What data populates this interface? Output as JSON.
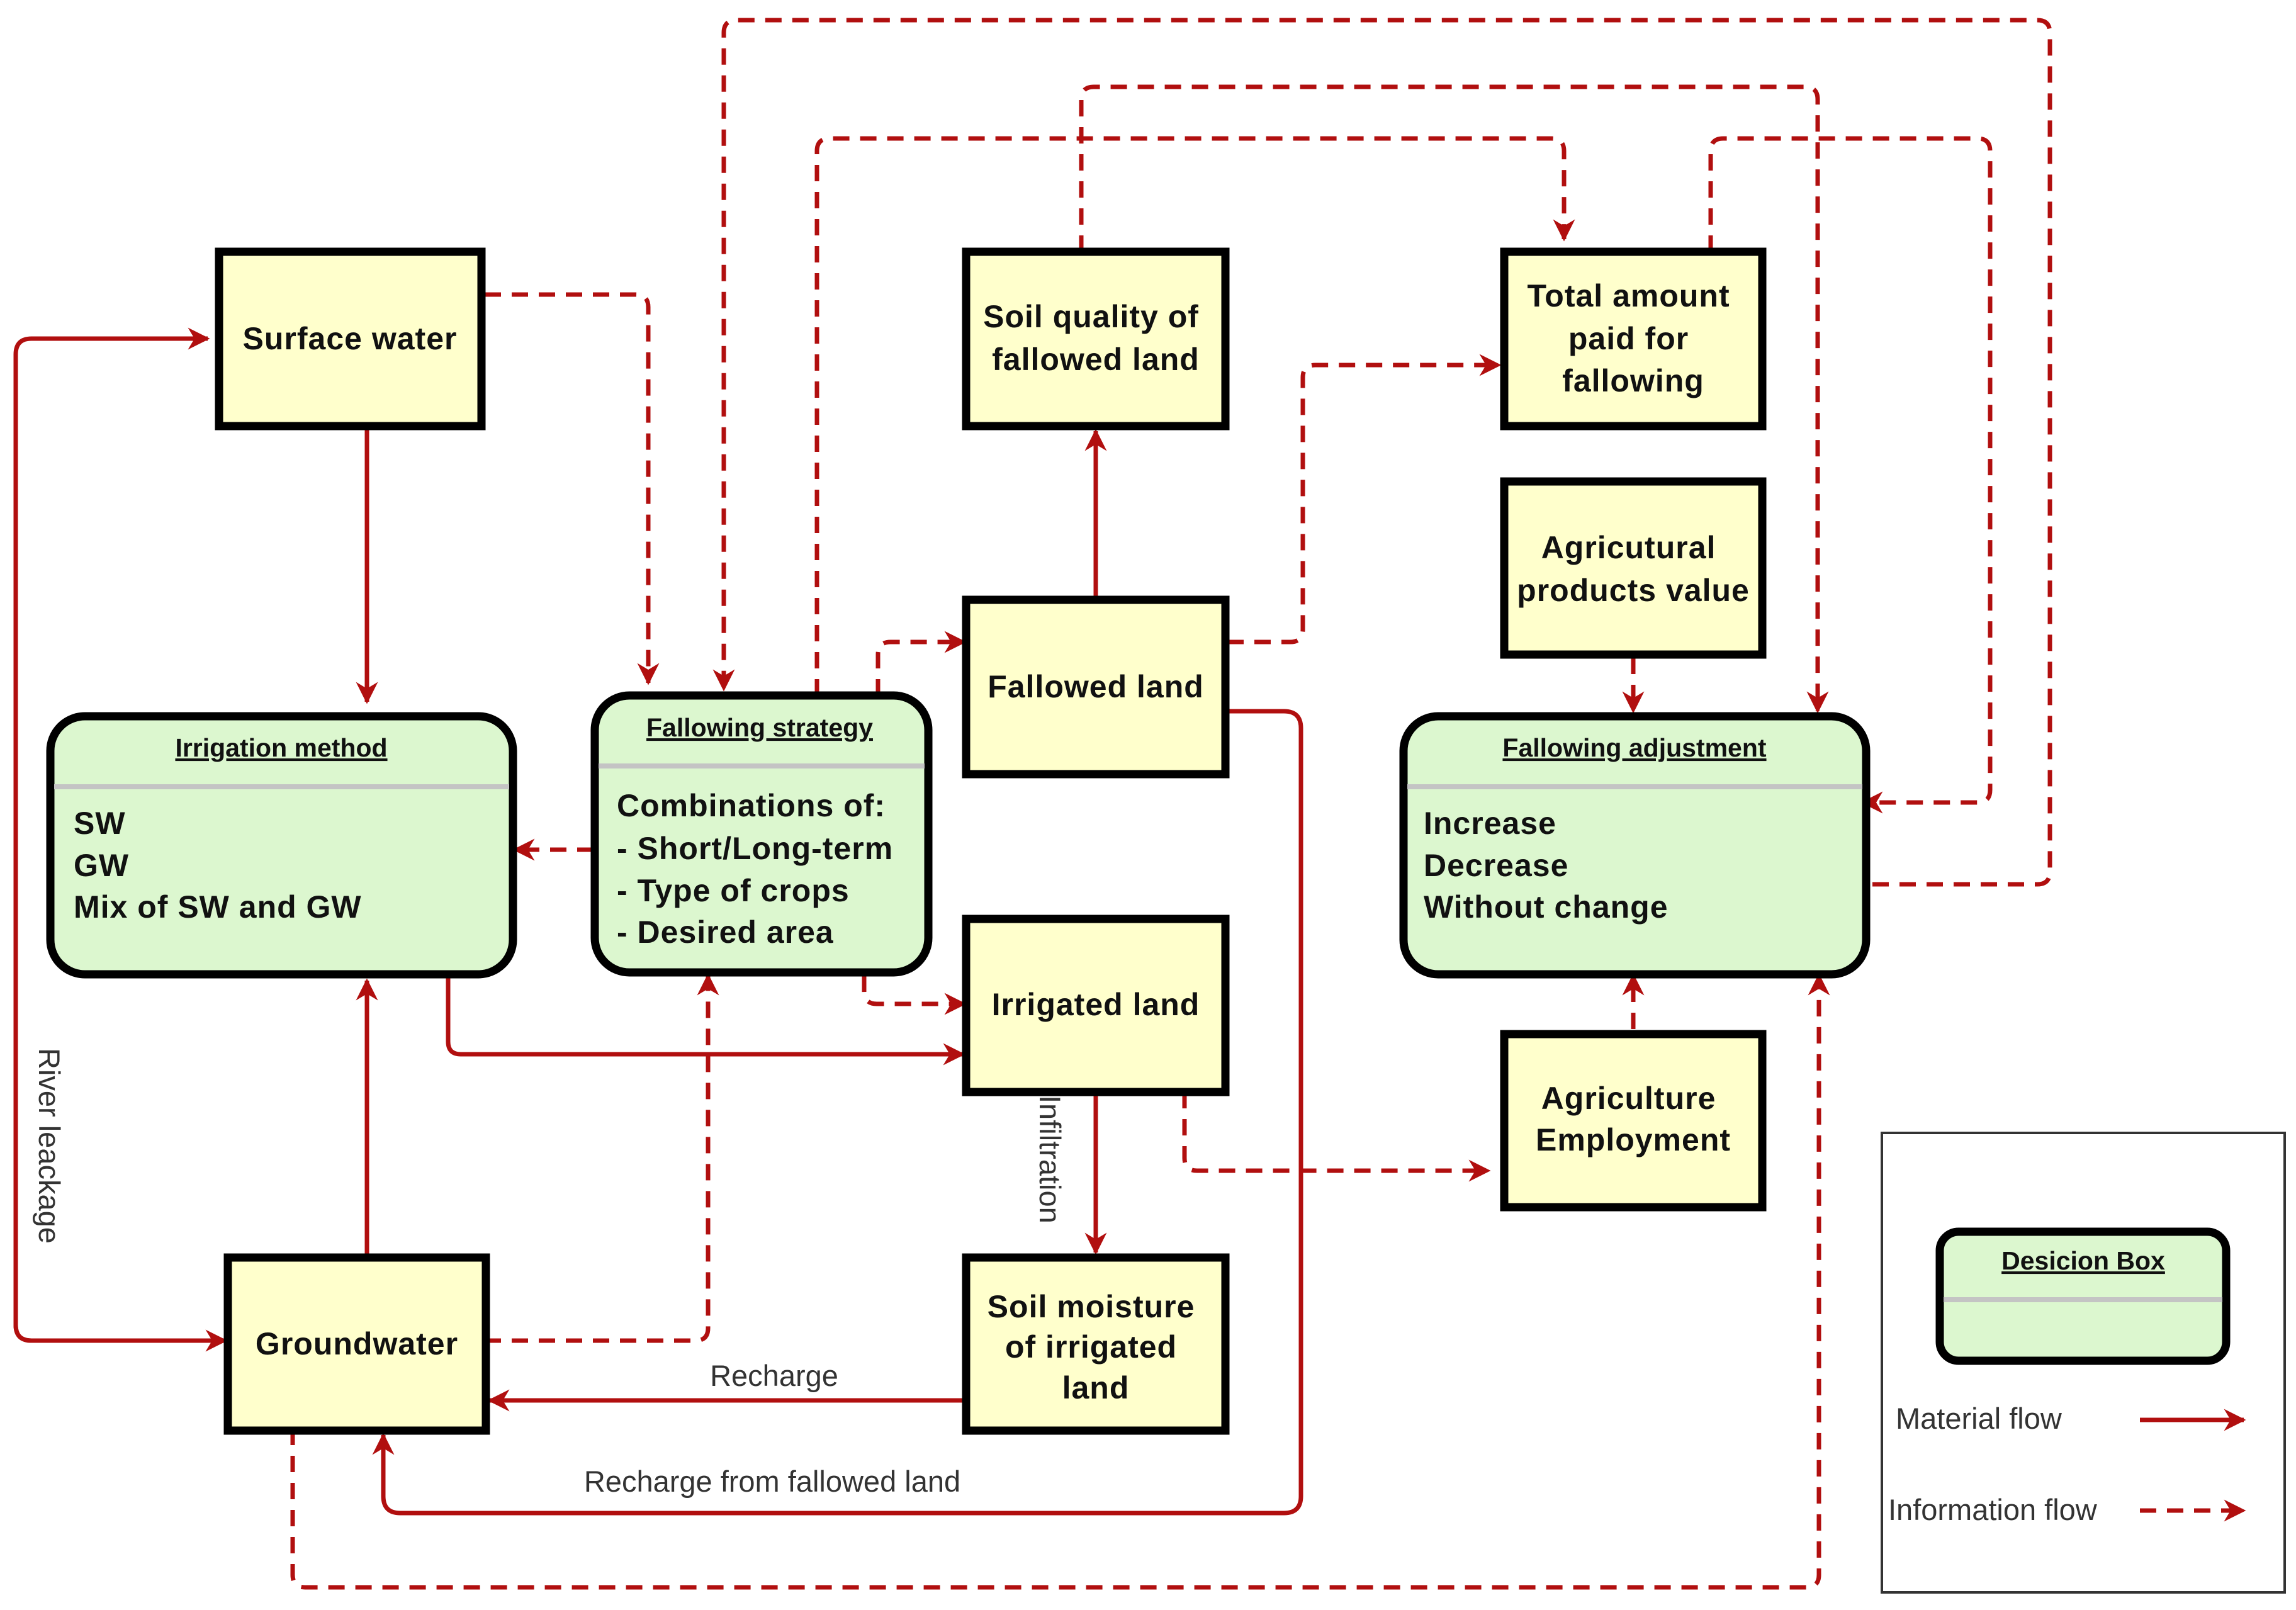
{
  "colors": {
    "flow": "#b10f0f",
    "box_fill": "#ffffcc",
    "decision_fill": "#dcf7cf",
    "border": "#000000"
  },
  "boxes": {
    "surface_water": "Surface water",
    "soil_quality": [
      "Soil quality of",
      "fallowed land"
    ],
    "total_amount": [
      "Total amount",
      "paid for",
      "fallowing"
    ],
    "agri_products": [
      "Agricutural",
      "products value"
    ],
    "fallowed_land": "Fallowed land",
    "irrigated_land": "Irrigated land",
    "groundwater": "Groundwater",
    "soil_moisture": [
      "Soil moisture",
      "of irrigated",
      "land"
    ],
    "agri_employment": [
      "Agriculture",
      "Employment"
    ]
  },
  "decisions": {
    "irrigation": {
      "title": "Irrigation method",
      "items": [
        "SW",
        "GW",
        "Mix of SW and GW"
      ]
    },
    "strategy": {
      "title": "Fallowing strategy",
      "items": [
        "Combinations of:",
        "- Short/Long-term",
        "- Type of crops",
        "- Desired area"
      ]
    },
    "adjustment": {
      "title": "Fallowing adjustment",
      "items": [
        "Increase",
        "Decrease",
        "Without change"
      ]
    }
  },
  "labels": {
    "river_leakage": "River leackage",
    "infiltration": "Infiltration",
    "recharge": "Recharge",
    "recharge_fallowed": "Recharge from fallowed land"
  },
  "legend": {
    "decision_box": "Desicion Box",
    "material_flow": "Material flow",
    "information_flow": "Information flow"
  }
}
